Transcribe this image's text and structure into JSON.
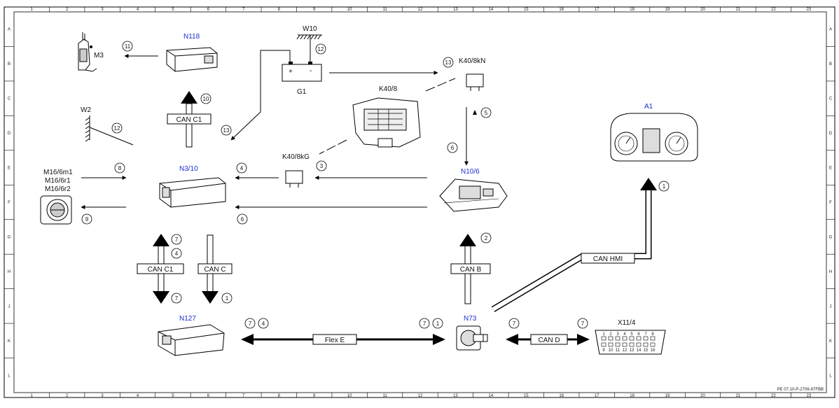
{
  "grid": {
    "columns": [
      "1",
      "2",
      "3",
      "4",
      "5",
      "6",
      "7",
      "8",
      "9",
      "10",
      "11",
      "12",
      "13",
      "14",
      "15",
      "16",
      "17",
      "18",
      "19",
      "20",
      "21",
      "22",
      "23"
    ],
    "rows": [
      "A",
      "B",
      "C",
      "D",
      "E",
      "F",
      "G",
      "H",
      "J",
      "K",
      "L"
    ]
  },
  "reference_code": "PE 07.10-P-2706-97FBB",
  "components": {
    "N118": "N118",
    "M3": "M3",
    "W10": "W10",
    "G1": "G1",
    "K40_8kN": "K40/8kN",
    "K40_8": "K40/8",
    "A1": "A1",
    "W2": "W2",
    "N3_10": "N3/10",
    "K40_8kG": "K40/8kG",
    "N10_6": "N10/6",
    "M16_6m1": "M16/6m1",
    "M16_6r1": "M16/6r1",
    "M16_6r2": "M16/6r2",
    "N127": "N127",
    "N73": "N73",
    "X11_4": "X11/4"
  },
  "buses": {
    "can_c1_upper": "CAN C1",
    "can_c1_lower": "CAN C1",
    "can_c": "CAN C",
    "can_b": "CAN B",
    "can_hmi": "CAN HMI",
    "flex_e": "Flex E",
    "can_d": "CAN D"
  },
  "battery_signs": {
    "plus": "+",
    "minus": "-"
  },
  "markers": {
    "m_11": "11",
    "m_12_w10": "12",
    "m_13_k40kn": "13",
    "m_10": "10",
    "m_5": "5",
    "m_12_w2": "12",
    "m_13_n3": "13",
    "m_6_n106": "6",
    "m_8": "8",
    "m_4_k40kg": "4",
    "m_3": "3",
    "m_1_a1": "1",
    "m_6_lower": "6",
    "m_9": "9",
    "m_7_c1_top": "7",
    "m_4_c1": "4",
    "m_2": "2",
    "m_7_c1_bottom": "7",
    "m_1_canc": "1",
    "m_7_n127": "7",
    "m_4_n127": "4",
    "m_7_n73": "7",
    "m_1_n73": "1",
    "m_7_cand_left": "7",
    "m_7_cand_right": "7"
  },
  "obd_pins_top": [
    "1",
    "2",
    "3",
    "4",
    "5",
    "6",
    "7",
    "8"
  ],
  "obd_pins_bottom": [
    "9",
    "10",
    "11",
    "12",
    "13",
    "14",
    "15",
    "16"
  ]
}
